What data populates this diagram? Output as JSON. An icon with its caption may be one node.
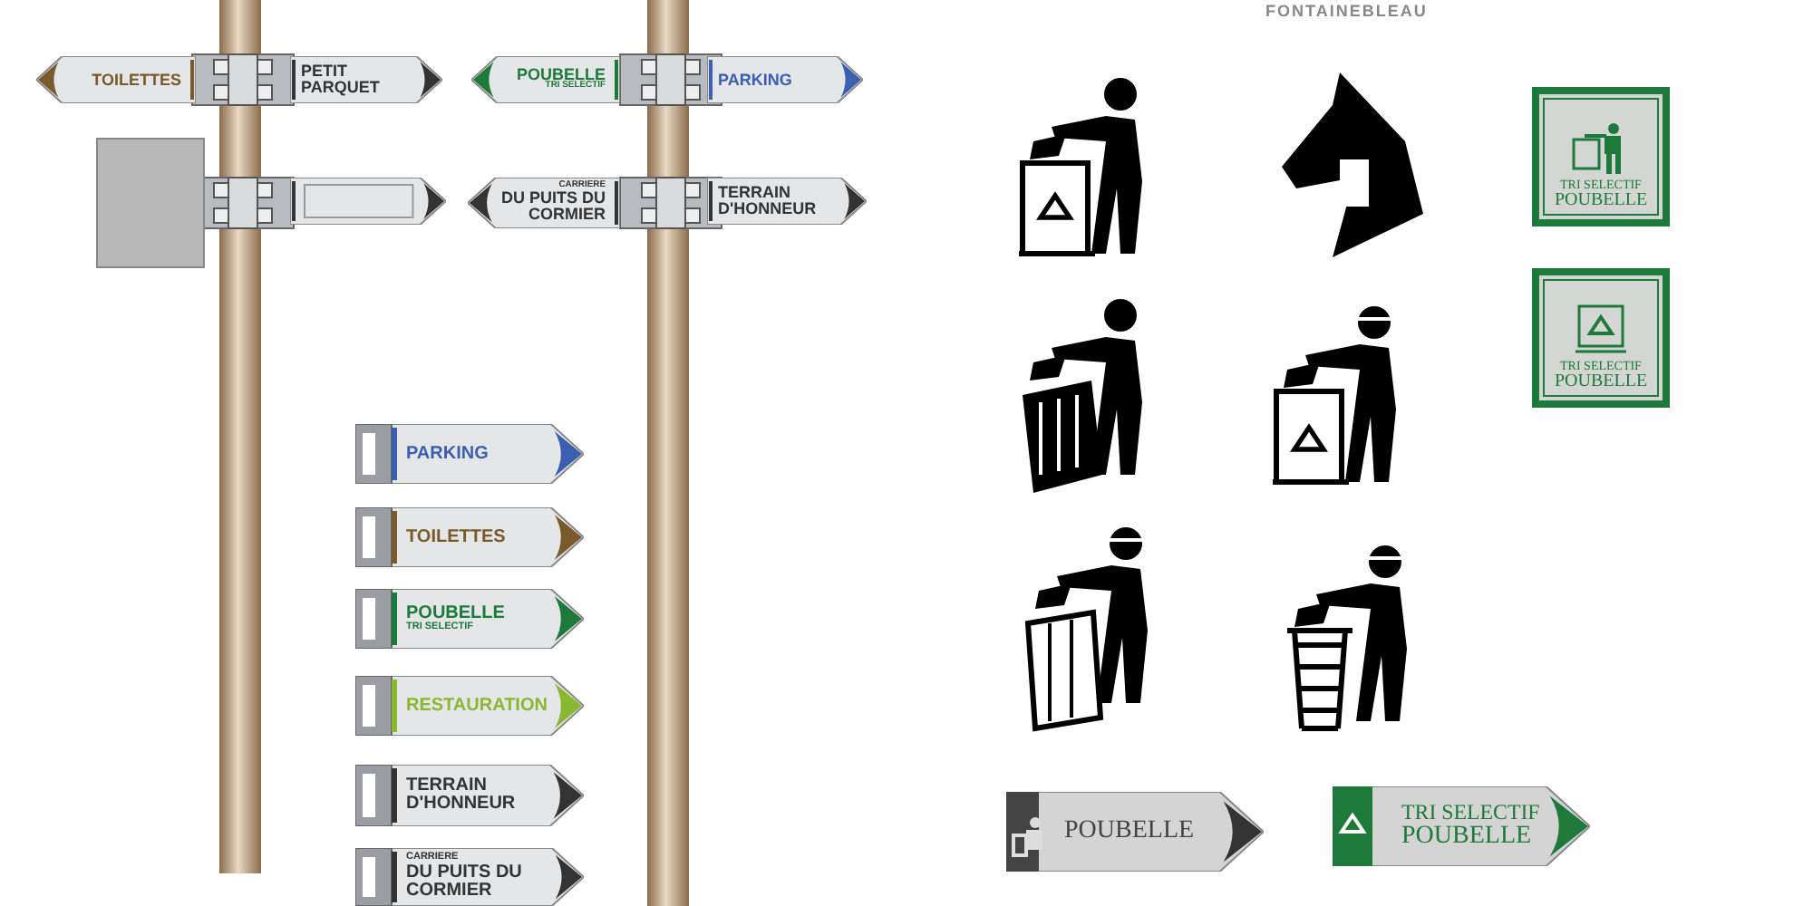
{
  "diagram": {
    "nodes": [
      {
        "text": [
          "TOILETTES"
        ]
      },
      {
        "text": [
          "PETIT PARQUET"
        ]
      },
      {
        "text": [
          "POUBELLE",
          "TRI SELECTIF"
        ]
      },
      {
        "text": [
          "PARKING"
        ]
      },
      {
        "text": [],
        "shape": "box"
      },
      {
        "text": [],
        "shape": "arrow"
      },
      {
        "text": [
          "CARRIERE",
          "DU PUITS DU CORMIER"
        ]
      },
      {
        "text": [
          "TERRAIN D'HONNEUR"
        ]
      },
      {
        "text": [
          "PARKING"
        ]
      },
      {
        "text": [
          "TOILETTES"
        ]
      },
      {
        "text": [
          "POUBELLE",
          "TRI SELECTIF"
        ]
      },
      {
        "text": [
          "RESTAURATION"
        ]
      },
      {
        "text": [
          "TERRAIN D'HONNEUR"
        ]
      },
      {
        "text": [
          "CARRIERE",
          "DU PUITS DU CORMIER"
        ]
      },
      {
        "text": [
          "TRI SELECTIF",
          "POUBELLE"
        ]
      },
      {
        "text": [
          "TRI SELECTIF",
          "POUBELLE"
        ]
      },
      {
        "text": [
          "POUBELLE"
        ]
      },
      {
        "text": [
          "TRI SELECTIF",
          "POUBELLE"
        ]
      }
    ],
    "labels": [
      "FONTAINEBLEAU"
    ]
  }
}
